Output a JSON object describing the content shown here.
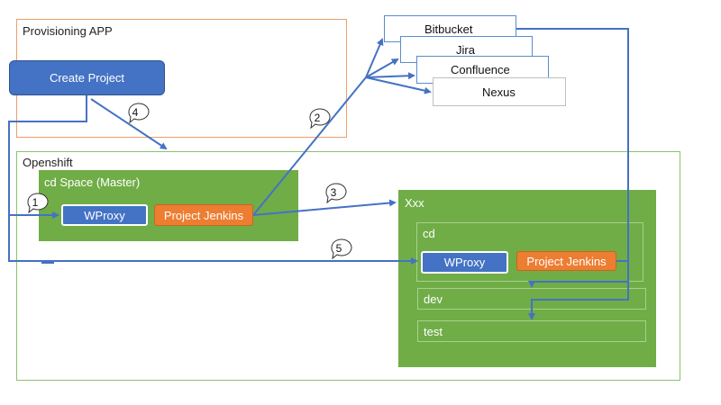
{
  "provisioning": {
    "title": "Provisioning APP",
    "create_button": "Create Project"
  },
  "openshift": {
    "title": "Openshift",
    "master": {
      "title": "cd Space (Master)",
      "wproxy": "WProxy",
      "jenkins": "Project Jenkins"
    },
    "xxx": {
      "title": "Xxx",
      "cd": {
        "title": "cd",
        "wproxy": "WProxy",
        "jenkins": "Project Jenkins"
      },
      "dev": "dev",
      "test": "test"
    }
  },
  "tools": [
    "Bitbucket",
    "Jira",
    "Confluence",
    "Nexus"
  ],
  "steps": [
    "1",
    "2",
    "3",
    "4",
    "5"
  ],
  "colors": {
    "arrow": "#4472C4",
    "green": "#70AD47",
    "orange": "#ED7D31",
    "blue": "#4472C4",
    "provisioning_border": "#ED9E6A",
    "openshift_border": "#8CC26B"
  }
}
